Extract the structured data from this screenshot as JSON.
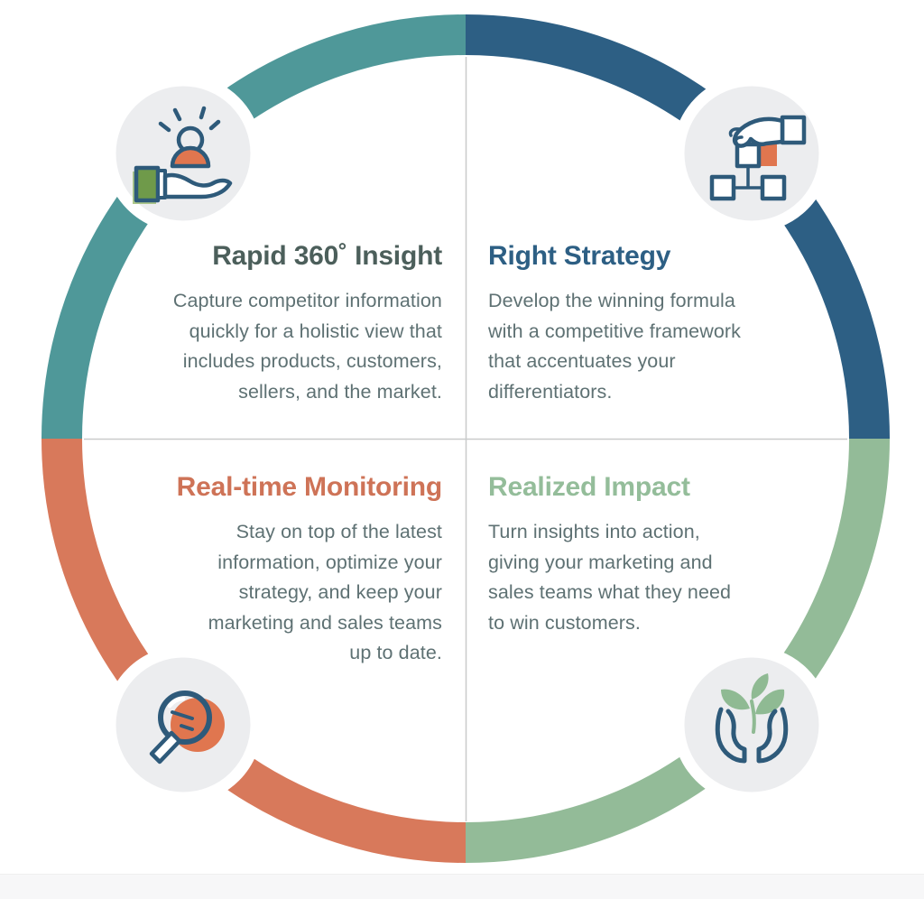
{
  "diagram": {
    "quadrants": [
      {
        "id": "rapid-360-insight",
        "title": "Rapid 360˚ Insight",
        "body_lines": [
          "Capture competitor information",
          "quickly for a holistic view that",
          "includes products, customers,",
          "sellers, and the market."
        ],
        "icon": "person-spotlight-in-hand-icon"
      },
      {
        "id": "right-strategy",
        "title": "Right Strategy",
        "body_lines": [
          "Develop the winning formula",
          "with a competitive framework",
          "that accentuates your",
          "differentiators."
        ],
        "icon": "hand-placing-block-icon"
      },
      {
        "id": "real-time-monitoring",
        "title": "Real-time Monitoring",
        "body_lines": [
          "Stay on top of the latest",
          "information, optimize your",
          "strategy, and keep your",
          "marketing and sales teams",
          "up to date."
        ],
        "icon": "magnifier-icon"
      },
      {
        "id": "realized-impact",
        "title": "Realized Impact",
        "body_lines": [
          "Turn insights into action,",
          "giving your marketing and",
          "sales teams what they need",
          "to win customers."
        ],
        "icon": "hands-holding-plant-icon"
      }
    ]
  },
  "colors": {
    "ring-teal": "#4F9899",
    "ring-navy": "#2D5F84",
    "ring-orange": "#D8795B",
    "ring-sage": "#93BB98",
    "badge-bg": "#ECEDEF",
    "divider": "#C9CBCB",
    "title-slate": "#4C5F5B",
    "title-navy": "#2D5F84",
    "title-orange": "#CE7357",
    "title-sage": "#94BD9A",
    "body-text": "#5E7173",
    "icon-stroke": "#2E5A7A",
    "icon-orange": "#E0764F",
    "icon-cuff-green": "#6F9A4A",
    "icon-cuff-green-light": "#ACC78A",
    "icon-leaf-green": "#8FBA93",
    "footer-strip": "#F7F7F8"
  }
}
